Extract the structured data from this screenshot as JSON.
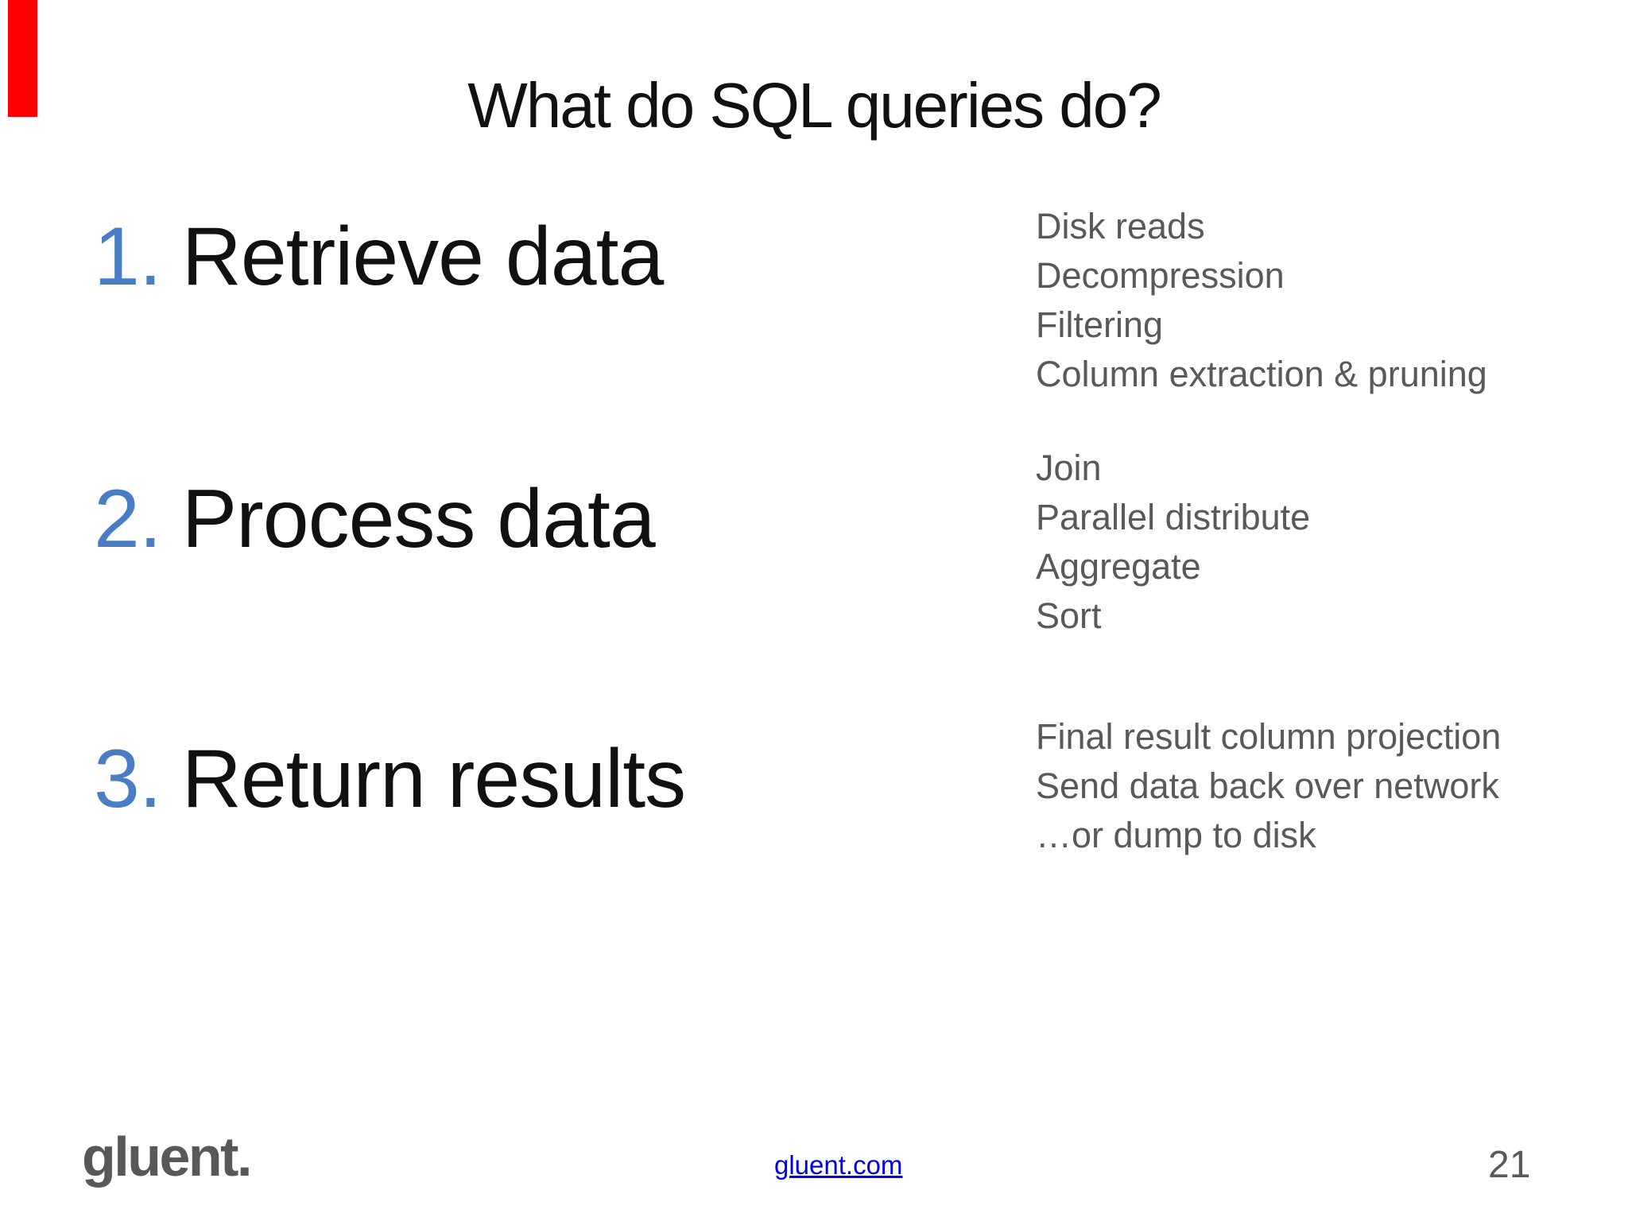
{
  "slide": {
    "title": "What do SQL queries do?",
    "items": [
      {
        "number": "1.",
        "label": "Retrieve data",
        "details": [
          "Disk reads",
          "Decompression",
          "Filtering",
          "Column extraction & pruning"
        ]
      },
      {
        "number": "2.",
        "label": "Process data",
        "details": [
          "Join",
          "Parallel distribute",
          "Aggregate",
          "Sort"
        ]
      },
      {
        "number": "3.",
        "label": "Return results",
        "details": [
          "Final result column projection",
          "Send data back over network",
          "…or dump to disk"
        ]
      }
    ],
    "footer": {
      "logo_text": "gluent.",
      "link_text": "gluent.com",
      "page_number": "21"
    },
    "colors": {
      "accent_blue": "#4A7EC4",
      "text_dark": "#111111",
      "detail_gray": "#595959",
      "red_accent": "#FF0000",
      "link_blue": "#0000EE",
      "logo_gray": "#57585A"
    }
  }
}
